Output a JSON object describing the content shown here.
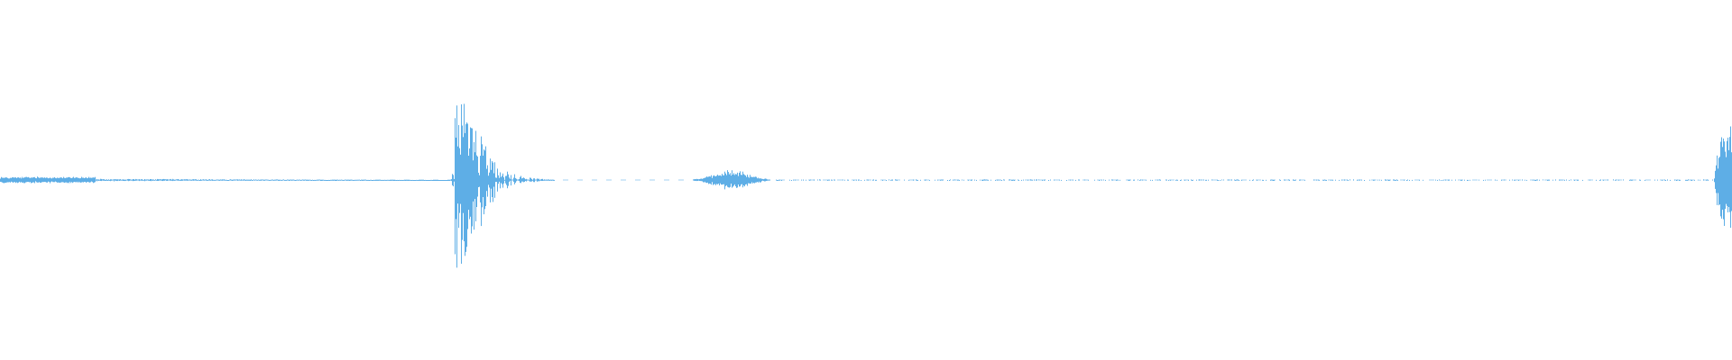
{
  "waveform": {
    "color": "#5eaee6",
    "background": "#ffffff",
    "channels": 1,
    "baseline_level": 0.0,
    "events": [
      {
        "name": "intro-noise",
        "start": 0.0,
        "end": 0.055,
        "peak": 0.02,
        "decay": "flat"
      },
      {
        "name": "low-noise-tail",
        "start": 0.055,
        "end": 0.26,
        "peak": 0.008,
        "decay": "fade"
      },
      {
        "name": "main-transient",
        "start": 0.26,
        "end": 0.32,
        "peak": 0.51,
        "decay": "exponential"
      },
      {
        "name": "secondary-burst",
        "start": 0.4,
        "end": 0.445,
        "peak": 0.06,
        "decay": "bell"
      },
      {
        "name": "sparse-noise",
        "start": 0.445,
        "end": 0.99,
        "peak": 0.004,
        "decay": "sparse"
      },
      {
        "name": "end-transient",
        "start": 0.99,
        "end": 1.0,
        "peak": 0.46,
        "decay": "rising"
      }
    ]
  }
}
